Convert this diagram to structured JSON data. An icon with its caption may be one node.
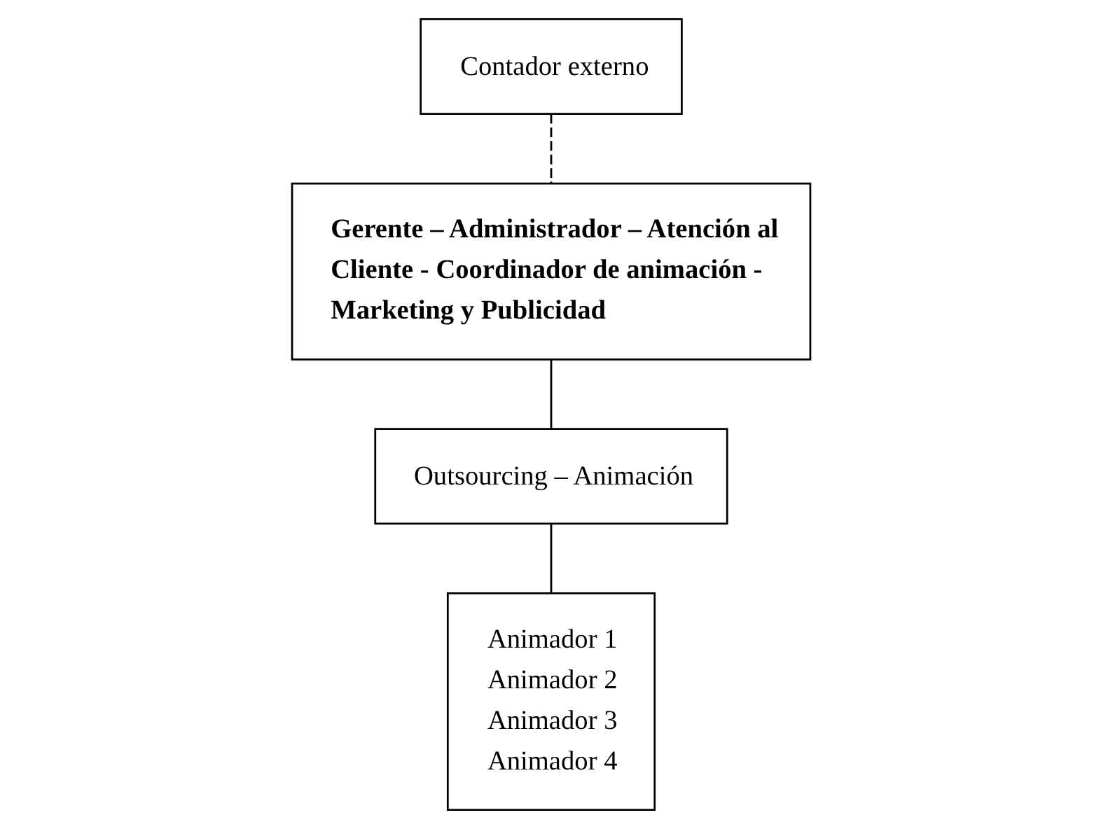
{
  "diagram": {
    "nodes": [
      {
        "text": [
          "Gerente – Administrador – Atención al Cliente - Coordinador de animación - Marketing y Publicidad"
        ]
      },
      {
        "text": [
          "Contador externo"
        ]
      },
      {
        "text": [
          "Outsourcing – Animación"
        ]
      },
      {
        "text": [
          "Animador 1",
          "Animador 2",
          "Animador 3",
          "Animador 4"
        ]
      }
    ],
    "edges": [
      {
        "from": 0,
        "to": 2,
        "arrow": "none"
      },
      {
        "from": 1,
        "to": 0,
        "arrow": "none",
        "style": "dashed"
      },
      {
        "from": 2,
        "to": 3,
        "arrow": "none"
      }
    ]
  }
}
